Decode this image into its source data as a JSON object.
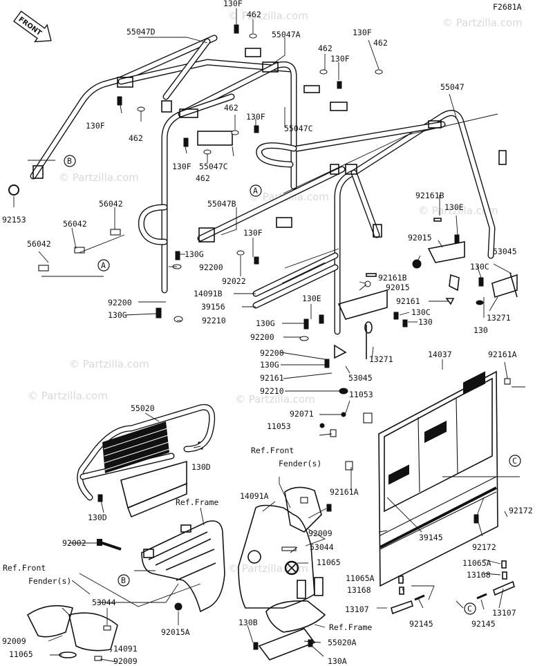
{
  "diagram_code": "F2681A",
  "front_arrow_label": "FRONT",
  "watermarks": [
    "© Partzilla.com",
    "© Partzilla.com",
    "© Partzilla.com",
    "© Partzilla.com",
    "© Partzilla.com",
    "© Partzilla.com",
    "© Partzilla.com",
    "© Partzilla.com",
    "© Partzilla.com"
  ],
  "callouts": {
    "a": "A",
    "b": "B",
    "c": "C"
  },
  "labels": {
    "130F_top": "130F",
    "462_top": "462",
    "55047D": "55047D",
    "55047A": "55047A",
    "130F_r1": "130F",
    "462_r1": "462",
    "462_r2": "462",
    "130F_r2": "130F",
    "55047": "55047",
    "130F_l": "130F",
    "462_l": "462",
    "462_m": "462",
    "130F_m": "130F",
    "55047C_r": "55047C",
    "130F_m2": "130F",
    "55047C_m": "55047C",
    "462_m2": "462",
    "92153": "92153",
    "56042_a": "56042",
    "56042_b": "56042",
    "56042_c": "56042",
    "55047B": "55047B",
    "130F_b": "130F",
    "130G_1": "130G",
    "92200_1": "92200",
    "92022": "92022",
    "14091B": "14091B",
    "39156": "39156",
    "92200_2": "92200",
    "130G_2": "130G",
    "92210_1": "92210",
    "92161B_1": "92161B",
    "130E_1": "130E",
    "92015_1": "92015",
    "53045_r": "53045",
    "130C_1": "130C",
    "13271_r": "13271",
    "130_r": "130",
    "92161B_2": "92161B",
    "92015_2": "92015",
    "92161_1": "92161",
    "130E_2": "130E",
    "130G_3": "130G",
    "92200_3": "92200",
    "130C_2": "130C",
    "130_m": "130",
    "13271_m": "13271",
    "92200_4": "92200",
    "130G_4": "130G",
    "92161_2": "92161",
    "53045_m": "53045",
    "92210_2": "92210",
    "14037": "14037",
    "92161A_1": "92161A",
    "11053_1": "11053",
    "92071": "92071",
    "11053_2": "11053",
    "55020": "55020",
    "130D_1": "130D",
    "130D_2": "130D",
    "ref_front_fender_1": "Ref.Front",
    "ref_front_fender_1b": "Fender(s)",
    "ref_frame_1": "Ref.Frame",
    "14091A": "14091A",
    "92009_1": "92009",
    "53044_1": "53044",
    "11065_1": "11065",
    "92161A_2": "92161A",
    "92172_1": "92172",
    "92172_2": "92172",
    "39145": "39145",
    "92002": "92002",
    "11065A_1": "11065A",
    "13168_1": "13168",
    "11065A_2": "11065A",
    "13168_2": "13168",
    "13107_1": "13107",
    "92145_1": "92145",
    "13107_2": "13107",
    "92145_2": "92145",
    "ref_front_fender_2": "Ref.Front",
    "ref_front_fender_2b": "Fender(s)",
    "53044_2": "53044",
    "92009_2": "92009",
    "11065_2": "11065",
    "14091": "14091",
    "92009_3": "92009",
    "92015A": "92015A",
    "130B": "130B",
    "ref_frame_2": "Ref.Frame",
    "55020A": "55020A",
    "130A": "130A"
  }
}
